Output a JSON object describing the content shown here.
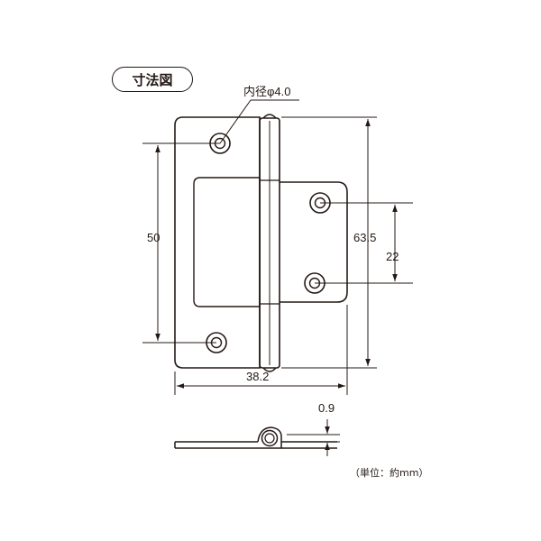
{
  "title": "寸法図",
  "unit_note": "（単位：約mm）",
  "labels": {
    "hole_diameter": "内径φ4.0",
    "left_hole_spacing": "50",
    "total_height": "63.5",
    "right_hole_spacing": "22",
    "total_width": "38.2",
    "thickness": "0.9"
  },
  "colors": {
    "line": "#231815",
    "background": "#ffffff"
  }
}
